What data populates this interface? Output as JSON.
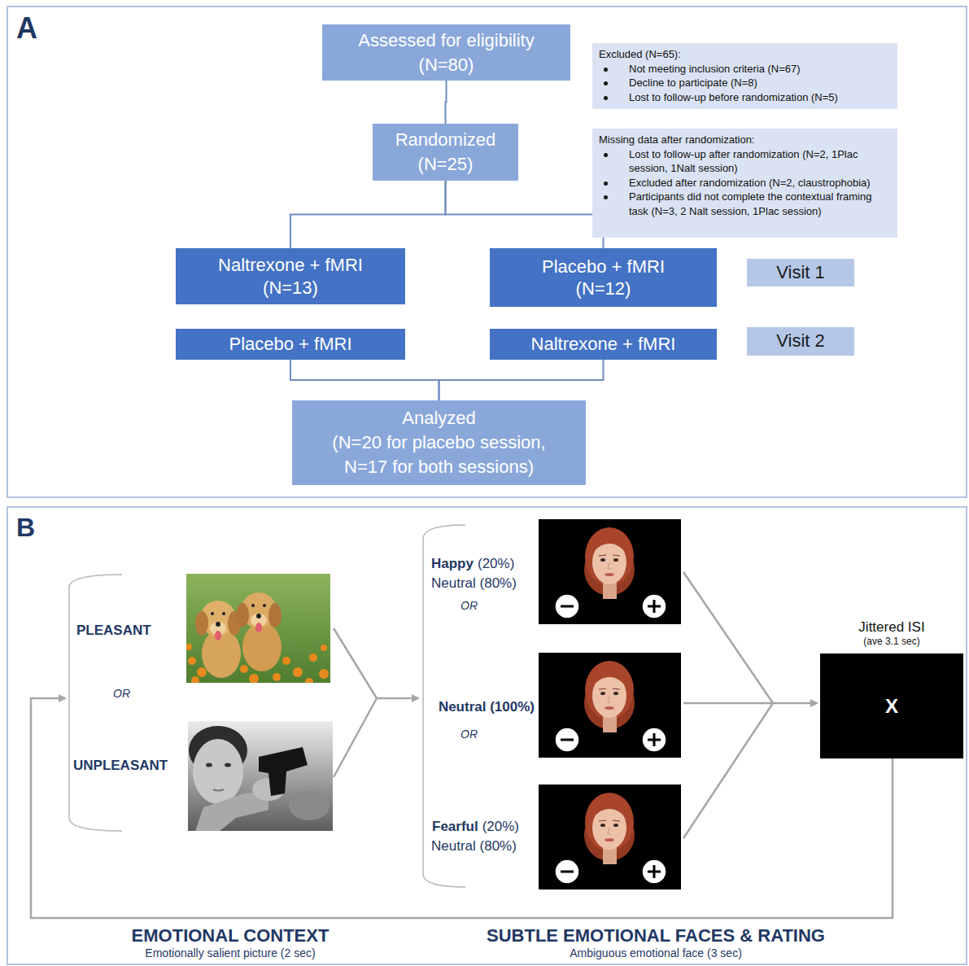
{
  "diagram": {
    "nodes": [
      {
        "text": [
          "A"
        ]
      },
      {
        "text": [
          "Assessed for eligibility (N=80)"
        ],
        "in": 0
      },
      {
        "text": [
          "Excluded (N=65):",
          "Not meeting inclusion criteria (N=67)",
          "Decline to participate (N=8)",
          "Lost to follow-up before randomization (N=5)"
        ],
        "in": 0
      },
      {
        "text": [
          "Randomized (N=25)"
        ],
        "in": 0
      },
      {
        "text": [
          "Missing data after randomization:",
          "Lost to follow-up after randomization (N=2, 1Plac session, 1Nalt session)",
          "Excluded after randomization (N=2, claustrophobia)",
          "Participants did not complete the contextual framing task (N=3, 2 Nalt session, 1Plac session)"
        ],
        "in": 0
      },
      {
        "text": [
          "Naltrexone + fMRI (N=13)"
        ],
        "in": 0
      },
      {
        "text": [
          "Placebo + fMRI (N=12)"
        ],
        "in": 0
      },
      {
        "text": [
          "Visit 1"
        ],
        "in": 0
      },
      {
        "text": [
          "Placebo + fMRI"
        ],
        "in": 0
      },
      {
        "text": [
          "Naltrexone + fMRI"
        ],
        "in": 0
      },
      {
        "text": [
          "Visit 2"
        ],
        "in": 0
      },
      {
        "text": [
          "Analyzed",
          "(N=20 for placebo session, N=17 for both sessions)"
        ],
        "in": 0
      },
      {
        "text": [
          "B"
        ]
      },
      {
        "text": [
          "Jittered ISI",
          "(ave 3.1 sec)",
          "X"
        ],
        "in": 12
      }
    ],
    "edges": [
      {
        "from": 1,
        "to": 3,
        "arrow": "none"
      },
      {
        "from": 3,
        "to": 5,
        "arrow": "none"
      },
      {
        "from": 3,
        "to": 6,
        "arrow": "none"
      },
      {
        "from": 8,
        "to": 11,
        "arrow": "none"
      },
      {
        "from": 9,
        "to": 11,
        "arrow": "none"
      }
    ],
    "labels": [
      "PLEASANT",
      "OR",
      "UNPLEASANT",
      "Happy",
      "(20%)",
      "Neutral (80%)",
      "OR",
      "Neutral (100%)",
      "OR",
      "Fearful",
      "(20%)",
      "Neutral (80%)",
      "EMOTIONAL CONTEXT",
      "Emotionally salient picture (2 sec)",
      "SUBTLE EMOTIONAL FACES & RATING",
      "Ambiguous emotional face (3 sec)"
    ]
  }
}
